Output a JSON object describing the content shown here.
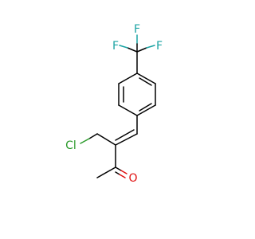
{
  "molecule": {
    "atoms": {
      "f_top": {
        "symbol": "F",
        "color": "#1aa3a3"
      },
      "f_left": {
        "symbol": "F",
        "color": "#1aa3a3"
      },
      "f_right": {
        "symbol": "F",
        "color": "#1aa3a3"
      },
      "cl": {
        "symbol": "Cl",
        "color": "#2a9a2a"
      },
      "o": {
        "symbol": "O",
        "color": "#e01010"
      }
    },
    "bond_color": "#000000"
  }
}
